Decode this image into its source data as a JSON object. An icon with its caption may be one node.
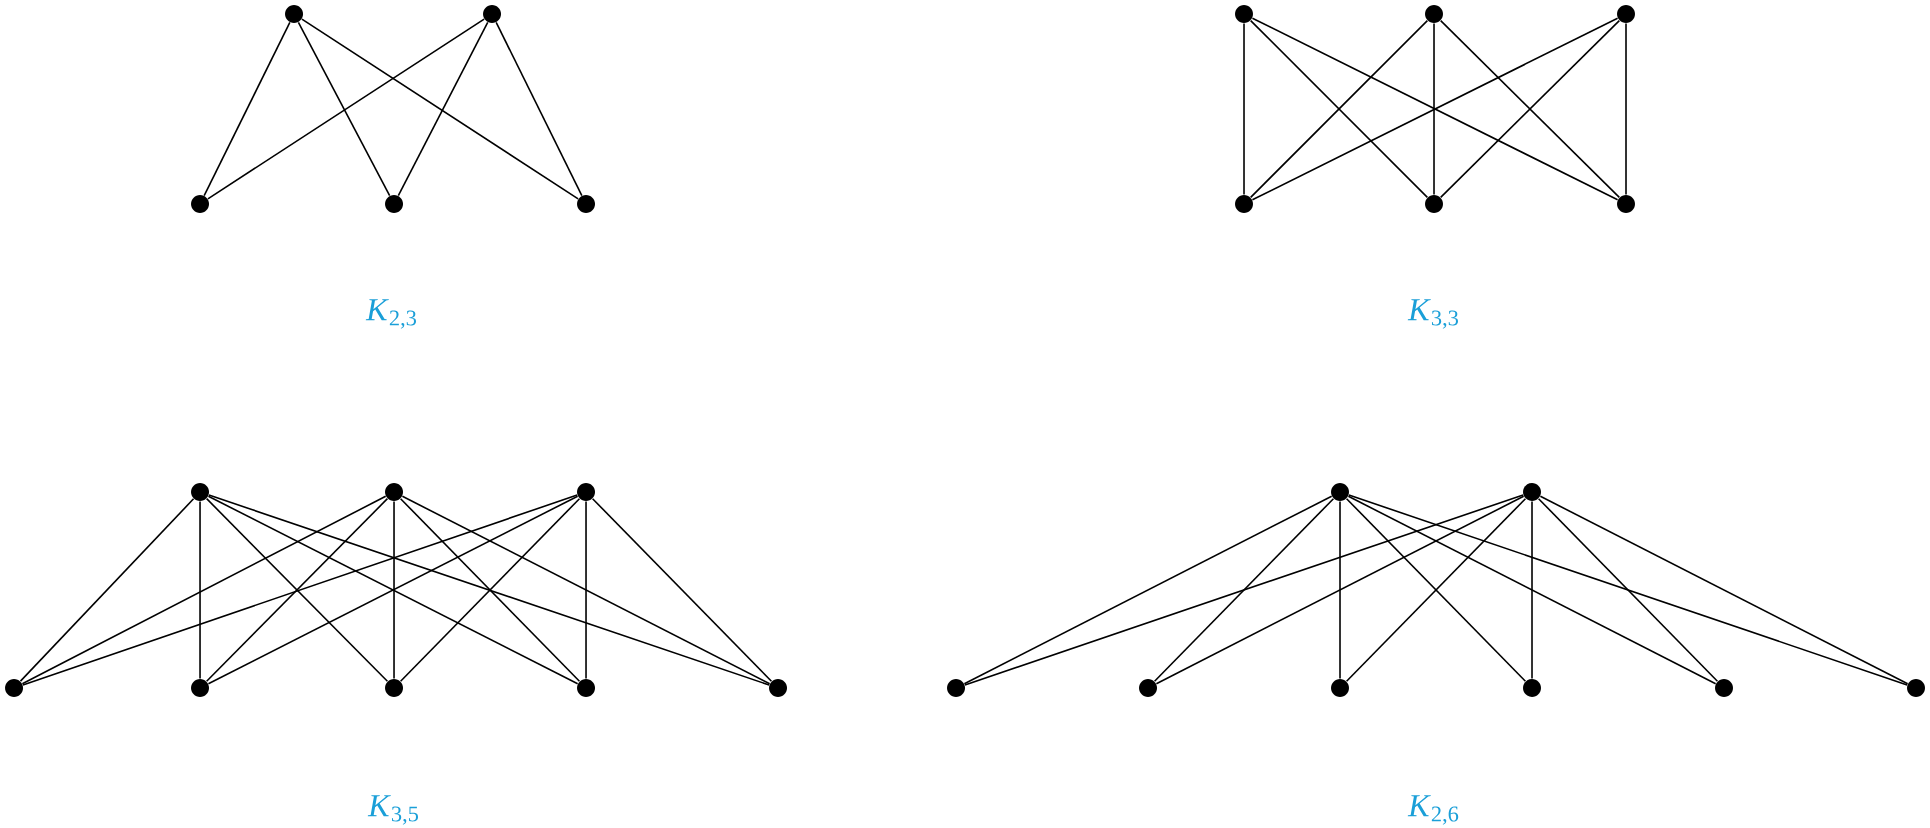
{
  "diagram": {
    "nodes": [
      {
        "text": [],
        "shape": "circle"
      },
      {
        "text": [],
        "shape": "circle"
      },
      {
        "text": [],
        "shape": "circle"
      },
      {
        "text": [],
        "shape": "circle"
      },
      {
        "text": [],
        "shape": "circle"
      },
      {
        "text": [],
        "shape": "circle"
      },
      {
        "text": [],
        "shape": "circle"
      },
      {
        "text": [],
        "shape": "circle"
      },
      {
        "text": [],
        "shape": "circle"
      },
      {
        "text": [],
        "shape": "circle"
      },
      {
        "text": [],
        "shape": "circle"
      },
      {
        "text": [],
        "shape": "circle"
      },
      {
        "text": [],
        "shape": "circle"
      },
      {
        "text": [],
        "shape": "circle"
      },
      {
        "text": [],
        "shape": "circle"
      },
      {
        "text": [],
        "shape": "circle"
      },
      {
        "text": [],
        "shape": "circle"
      },
      {
        "text": [],
        "shape": "circle"
      },
      {
        "text": [],
        "shape": "circle"
      },
      {
        "text": [],
        "shape": "circle"
      },
      {
        "text": [],
        "shape": "circle"
      },
      {
        "text": [],
        "shape": "circle"
      },
      {
        "text": [],
        "shape": "circle"
      },
      {
        "text": [],
        "shape": "circle"
      },
      {
        "text": [],
        "shape": "circle"
      },
      {
        "text": [],
        "shape": "circle"
      },
      {
        "text": [],
        "shape": "circle"
      }
    ],
    "edges": [
      {
        "from": 0,
        "to": 2,
        "arrow": "none"
      },
      {
        "from": 0,
        "to": 3,
        "arrow": "none"
      },
      {
        "from": 0,
        "to": 4,
        "arrow": "none"
      },
      {
        "from": 1,
        "to": 2,
        "arrow": "none"
      },
      {
        "from": 1,
        "to": 3,
        "arrow": "none"
      },
      {
        "from": 1,
        "to": 4,
        "arrow": "none"
      },
      {
        "from": 5,
        "to": 8,
        "arrow": "none"
      },
      {
        "from": 5,
        "to": 9,
        "arrow": "none"
      },
      {
        "from": 5,
        "to": 10,
        "arrow": "none"
      },
      {
        "from": 6,
        "to": 8,
        "arrow": "none"
      },
      {
        "from": 6,
        "to": 9,
        "arrow": "none"
      },
      {
        "from": 6,
        "to": 10,
        "arrow": "none"
      },
      {
        "from": 7,
        "to": 8,
        "arrow": "none"
      },
      {
        "from": 7,
        "to": 9,
        "arrow": "none"
      },
      {
        "from": 7,
        "to": 10,
        "arrow": "none"
      },
      {
        "from": 11,
        "to": 14,
        "arrow": "none"
      },
      {
        "from": 11,
        "to": 15,
        "arrow": "none"
      },
      {
        "from": 11,
        "to": 16,
        "arrow": "none"
      },
      {
        "from": 11,
        "to": 17,
        "arrow": "none"
      },
      {
        "from": 11,
        "to": 18,
        "arrow": "none"
      },
      {
        "from": 12,
        "to": 14,
        "arrow": "none"
      },
      {
        "from": 12,
        "to": 15,
        "arrow": "none"
      },
      {
        "from": 12,
        "to": 16,
        "arrow": "none"
      },
      {
        "from": 12,
        "to": 17,
        "arrow": "none"
      },
      {
        "from": 12,
        "to": 18,
        "arrow": "none"
      },
      {
        "from": 13,
        "to": 14,
        "arrow": "none"
      },
      {
        "from": 13,
        "to": 15,
        "arrow": "none"
      },
      {
        "from": 13,
        "to": 16,
        "arrow": "none"
      },
      {
        "from": 13,
        "to": 17,
        "arrow": "none"
      },
      {
        "from": 13,
        "to": 18,
        "arrow": "none"
      },
      {
        "from": 19,
        "to": 21,
        "arrow": "none"
      },
      {
        "from": 19,
        "to": 22,
        "arrow": "none"
      },
      {
        "from": 19,
        "to": 23,
        "arrow": "none"
      },
      {
        "from": 19,
        "to": 24,
        "arrow": "none"
      },
      {
        "from": 19,
        "to": 25,
        "arrow": "none"
      },
      {
        "from": 19,
        "to": 26,
        "arrow": "none"
      },
      {
        "from": 20,
        "to": 21,
        "arrow": "none"
      },
      {
        "from": 20,
        "to": 22,
        "arrow": "none"
      },
      {
        "from": 20,
        "to": 23,
        "arrow": "none"
      },
      {
        "from": 20,
        "to": 24,
        "arrow": "none"
      },
      {
        "from": 20,
        "to": 25,
        "arrow": "none"
      },
      {
        "from": 20,
        "to": 26,
        "arrow": "none"
      }
    ],
    "labels": [
      "*K*$_{2,3}$",
      "*K*$_{3,3}$",
      "*K*$_{3,5}$",
      "*K*$_{2,6}$"
    ]
  }
}
